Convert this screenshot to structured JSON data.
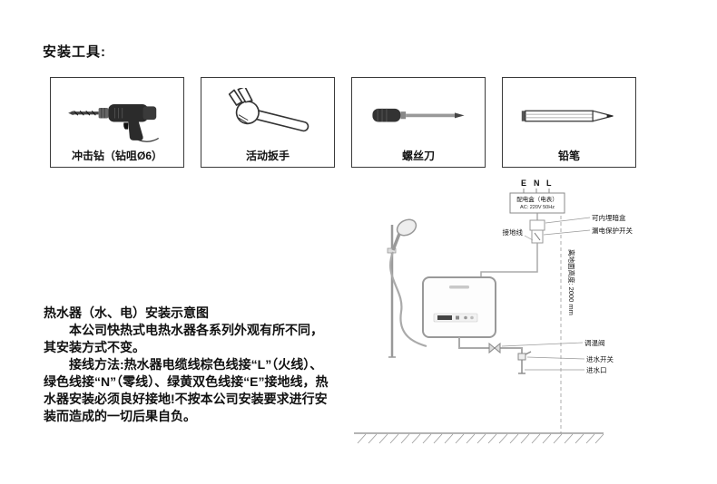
{
  "tools_heading": "安装工具:",
  "tools": [
    {
      "name": "impact-drill",
      "label": "冲击钻（钻咀Ø6）"
    },
    {
      "name": "adjustable-wrench",
      "label": "活动扳手"
    },
    {
      "name": "screwdriver",
      "label": "螺丝刀"
    },
    {
      "name": "pencil",
      "label": "铅笔"
    }
  ],
  "description": {
    "title": "热水器（水、电）安装示意图",
    "para1": "本公司快热式电热水器各系列外观有所不同，其安装方式不变。",
    "para2": "接线方法:热水器电缆线棕色线接“L”（火线）、绿色线接“N”（零线）、绿黄双色线接“E”接地线，热水器安装必须良好接地!不按本公司安装要求进行安装而造成的一切后果自负。"
  },
  "diagram": {
    "terminals": [
      "E",
      "N",
      "L"
    ],
    "power_box": {
      "line1": "配电盒（电表）",
      "line2": "AC: 220V 50Hz"
    },
    "labels": {
      "hidden_box": "可内埋暗盒",
      "leakage_switch": "漏电保护开关",
      "ground_wire": "接地线",
      "height": "离地面高度: 2000 mm",
      "temp_valve": "调温阀",
      "inlet_switch": "进水开关",
      "inlet": "进水口"
    }
  },
  "colors": {
    "line_gray": "#999999",
    "ink": "#111111"
  }
}
